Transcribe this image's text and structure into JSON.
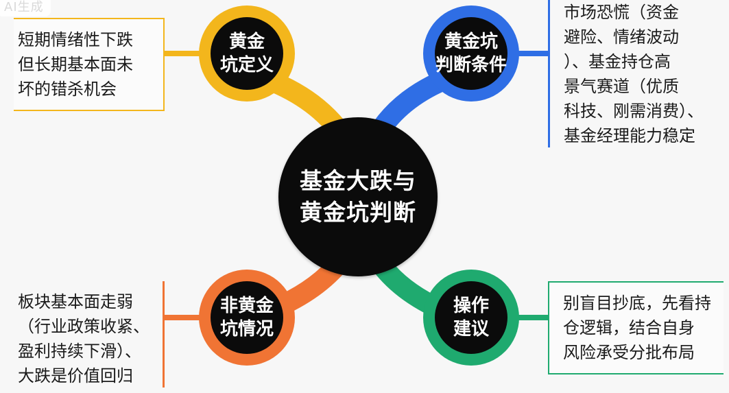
{
  "watermark": "AI生成",
  "colors": {
    "gold": "#f3b61c",
    "blue": "#2f6ee5",
    "orange": "#f07434",
    "green": "#1faa6f",
    "dark": "#0b0b0b"
  },
  "center": {
    "line1": "基金大跌与",
    "line2": "黄金坑判断"
  },
  "nodes": {
    "definition": {
      "line1": "黄金",
      "line2": "坑定义"
    },
    "conditions": {
      "line1": "黄金坑",
      "line2": "判断条件"
    },
    "non_pit": {
      "line1": "非黄金",
      "line2": "坑情况"
    },
    "advice": {
      "line1": "操作",
      "line2": "建议"
    }
  },
  "boxes": {
    "definition": {
      "lines": [
        "短期情绪性下跌",
        "但长期基本面未",
        "坏的错杀机会"
      ]
    },
    "conditions": {
      "lines": [
        "市场恐慌（资金",
        "避险、情绪波动",
        "）、基金持仓高",
        "景气赛道（优质",
        "科技、刚需消费）、",
        "基金经理能力稳定"
      ]
    },
    "non_pit": {
      "lines": [
        "板块基本面走弱",
        "（行业政策收紧、",
        "盈利持续下滑）、",
        "大跌是价值回归"
      ]
    },
    "advice": {
      "lines": [
        "别盲目抄底，先看持",
        "仓逻辑，结合自身",
        "风险承受分批布局"
      ]
    }
  }
}
